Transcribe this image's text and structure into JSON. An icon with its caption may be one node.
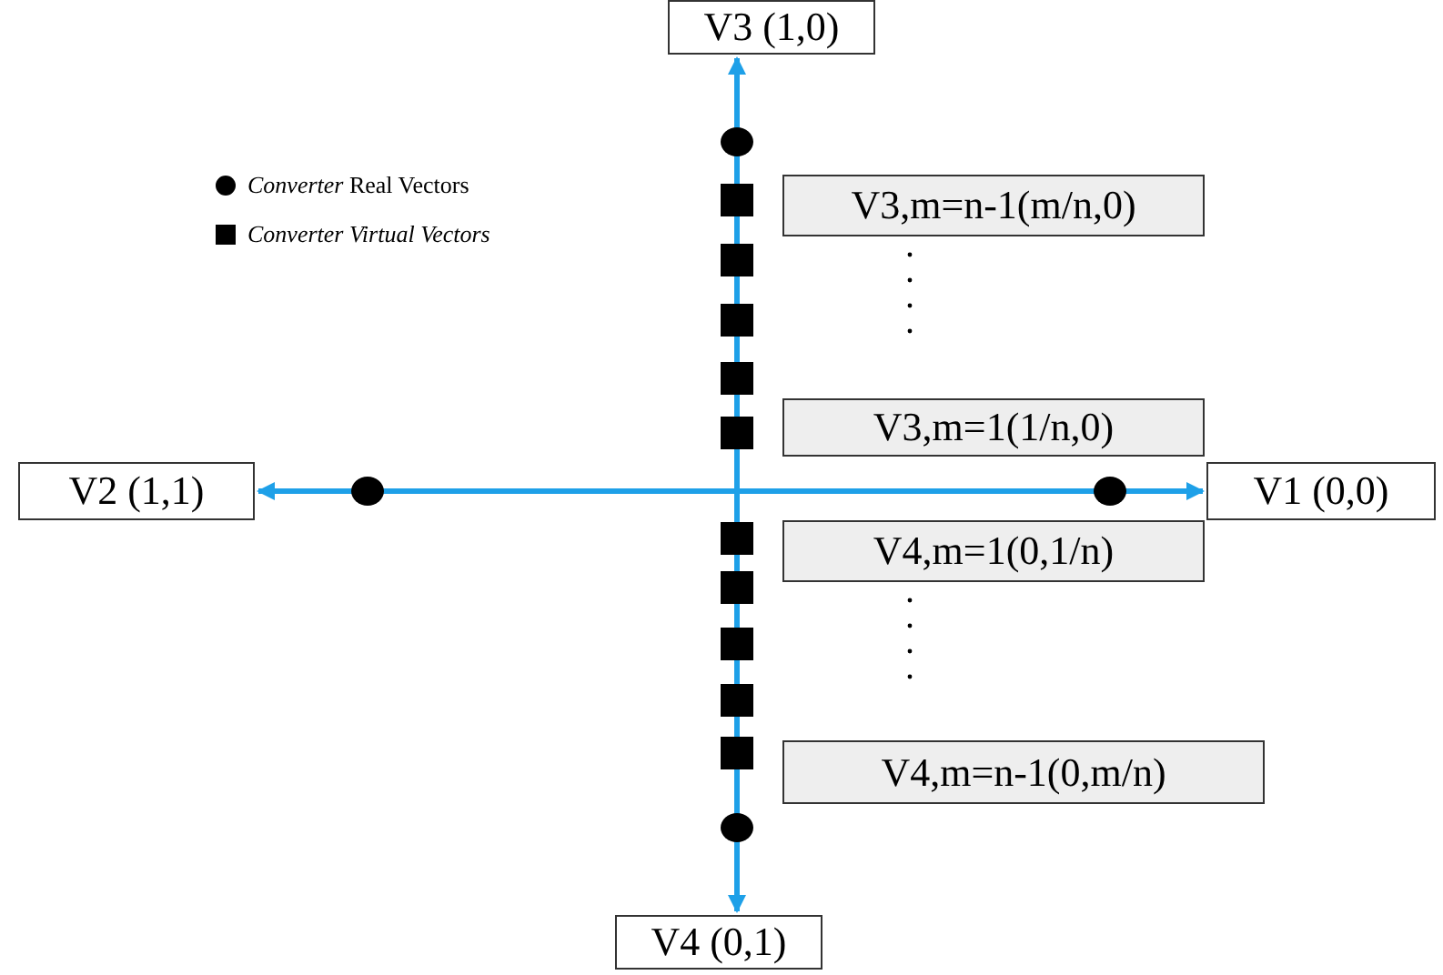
{
  "diagram": {
    "nodes": [
      {
        "text": [
          "V3 (1,0)"
        ]
      },
      {
        "text": [
          "V3,m=n-1(m/n,0)"
        ]
      },
      {
        "text": [
          "V3,m=1(1/n,0)"
        ]
      },
      {
        "text": [
          "V2 (1,1)"
        ]
      },
      {
        "text": [
          "V1 (0,0)"
        ]
      },
      {
        "text": [
          "V4,m=1(0,1/n)"
        ]
      },
      {
        "text": [
          "V4,m=n-1(0,m/n)"
        ]
      },
      {
        "text": [
          "V4 (0,1)"
        ]
      }
    ],
    "edges": [
      {
        "from": null,
        "to": 0,
        "arrow": "to"
      },
      {
        "from": null,
        "to": 3,
        "arrow": "to"
      },
      {
        "from": null,
        "to": 4,
        "arrow": "to"
      },
      {
        "from": null,
        "to": 7,
        "arrow": "to"
      }
    ],
    "legend": [
      {
        "text": "*Converter* Real Vectors"
      },
      {
        "text": "*Converter Virtual Vectors*"
      }
    ]
  }
}
